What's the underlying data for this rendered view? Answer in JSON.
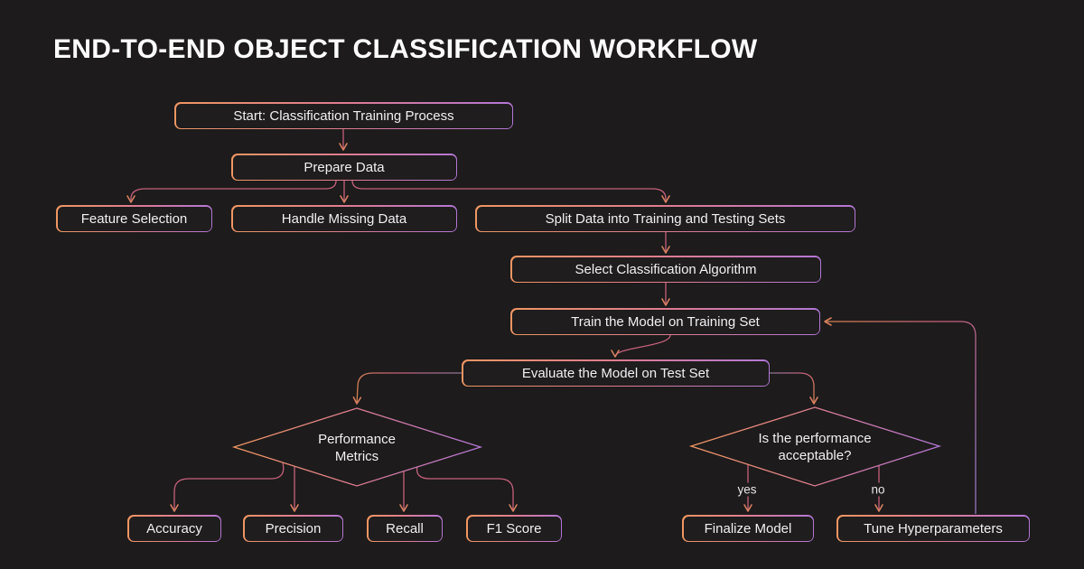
{
  "title": "END-TO-END OBJECT CLASSIFICATION WORKFLOW",
  "nodes": {
    "start": "Start: Classification Training Process",
    "prepare": "Prepare Data",
    "feature": "Feature Selection",
    "handle": "Handle Missing Data",
    "split": "Split Data into Training and Testing Sets",
    "select_algo": "Select Classification Algorithm",
    "train": "Train the Model on Training Set",
    "evaluate": "Evaluate the Model on Test Set",
    "perf_metrics": "Performance Metrics",
    "accuracy": "Accuracy",
    "precision": "Precision",
    "recall": "Recall",
    "f1": "F1 Score",
    "acceptable": "Is the performance acceptable?",
    "finalize": "Finalize Model",
    "tune": "Tune Hyperparameters"
  },
  "edge_labels": {
    "yes": "yes",
    "no": "no"
  },
  "colors": {
    "background": "#1d1b1b",
    "title_text": "#fcfcfc",
    "node_text": "#f2eff2",
    "node_border_left": "#ef9663",
    "node_border_mid": "#dd7b93",
    "node_border_right": "#b277d6",
    "edge_line": "#c5607d",
    "edge_line_purple": "#8d7597",
    "arrowhead": "#d57f60"
  }
}
